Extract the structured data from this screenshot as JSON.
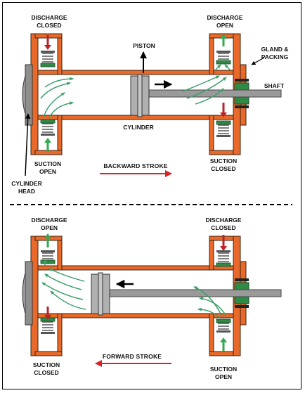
{
  "colors": {
    "body_orange": "#e8692a",
    "outline": "#3a2410",
    "valve_green": "#2f8a46",
    "spring_gray": "#9a9a9a",
    "head_gray": "#8e8e8e",
    "flow_green": "#3ea06a",
    "red_arrow": "#b8232a",
    "green_arrow": "#33a852",
    "stroke_underline": "#e02020"
  },
  "backward": {
    "discharge_left": [
      "DISCHARGE",
      "CLOSED"
    ],
    "discharge_right": [
      "DISCHARGE",
      "OPEN"
    ],
    "piston": "PISTON",
    "gland": [
      "GLAND &",
      "PACKING"
    ],
    "shaft": "SHAFT",
    "cylinder": "CYLINDER",
    "suction_left": [
      "SUCTION",
      "OPEN"
    ],
    "suction_right": [
      "SUCTION",
      "CLOSED"
    ],
    "stroke": "BACKWARD  STROKE",
    "cylinder_head": [
      "CYLINDER",
      "HEAD"
    ]
  },
  "forward": {
    "discharge_left": [
      "DISCHARGE",
      "OPEN"
    ],
    "discharge_right": [
      "DISCHARGE",
      "CLOSED"
    ],
    "suction_left": [
      "SUCTION",
      "CLOSED"
    ],
    "suction_right": [
      "SUCTION",
      "OPEN"
    ],
    "stroke": "FORWARD  STROKE"
  }
}
